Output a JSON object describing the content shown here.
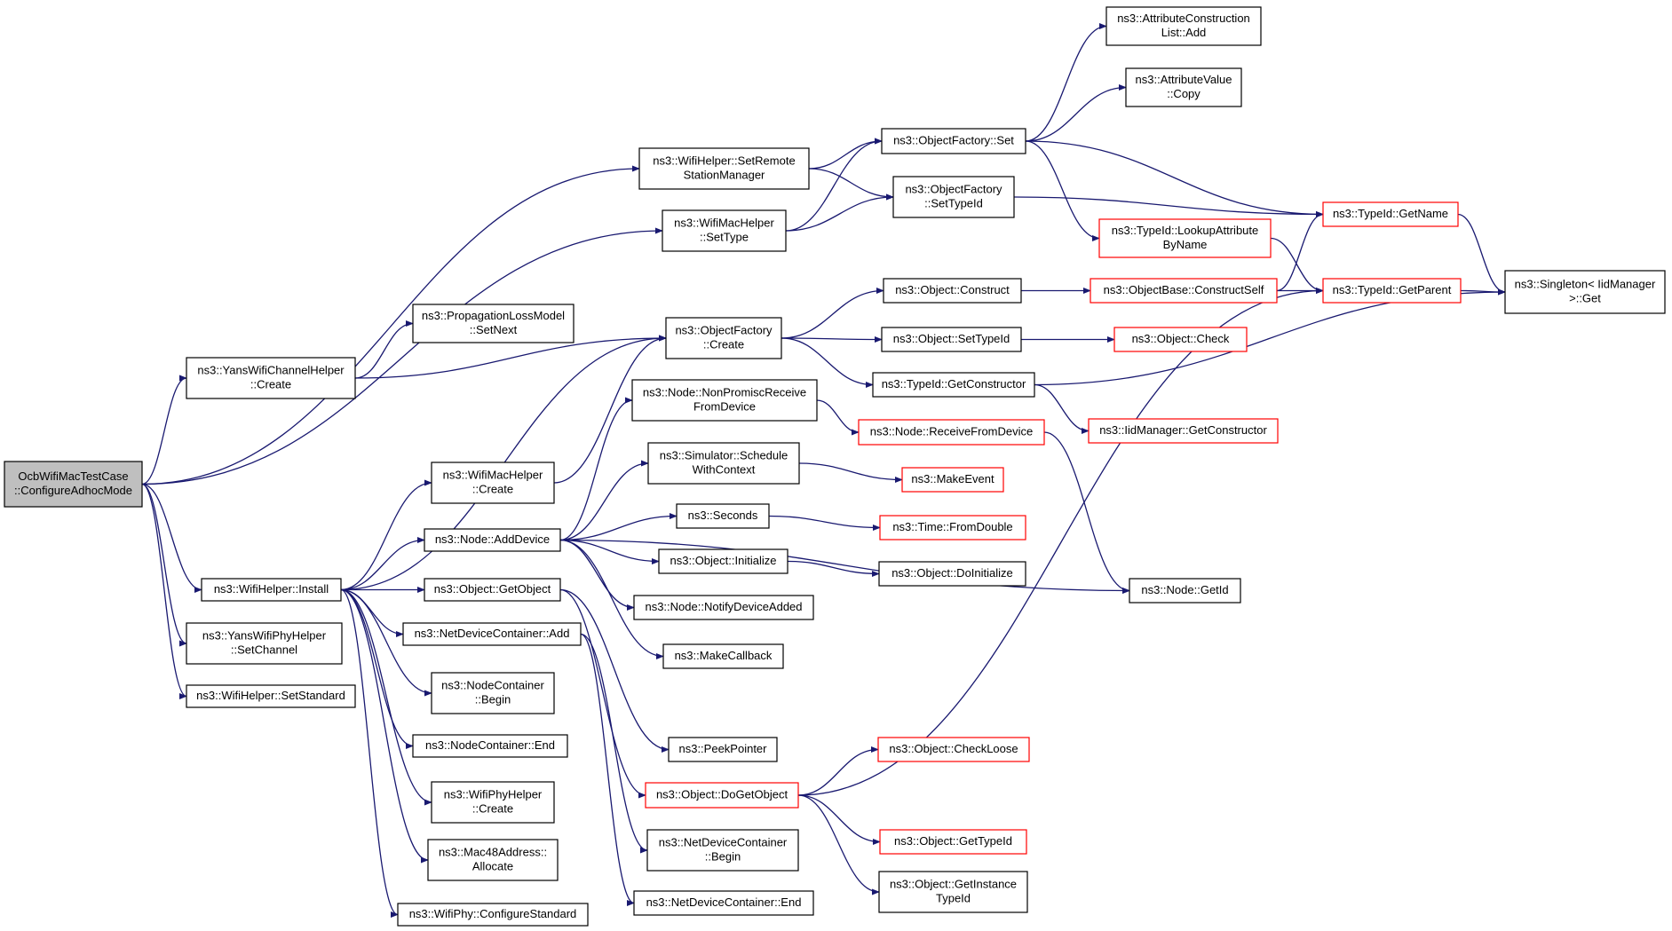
{
  "graph": {
    "root": "n0",
    "nodes": [
      {
        "id": "n0",
        "lines": [
          "OcbWifiMacTestCase",
          "::ConfigureAdhocMode"
        ],
        "style": "root"
      },
      {
        "id": "n1",
        "lines": [
          "ns3::YansWifiChannelHelper",
          "::Create"
        ],
        "style": "black"
      },
      {
        "id": "n2",
        "lines": [
          "ns3::WifiHelper::Install"
        ],
        "style": "black"
      },
      {
        "id": "n3",
        "lines": [
          "ns3::YansWifiPhyHelper",
          "::SetChannel"
        ],
        "style": "black"
      },
      {
        "id": "n4",
        "lines": [
          "ns3::WifiHelper::SetStandard"
        ],
        "style": "black"
      },
      {
        "id": "n5",
        "lines": [
          "ns3::WifiHelper::SetRemote",
          "StationManager"
        ],
        "style": "black"
      },
      {
        "id": "n6",
        "lines": [
          "ns3::WifiMacHelper",
          "::SetType"
        ],
        "style": "black"
      },
      {
        "id": "n7",
        "lines": [
          "ns3::PropagationLossModel",
          "::SetNext"
        ],
        "style": "black"
      },
      {
        "id": "n8",
        "lines": [
          "ns3::ObjectFactory",
          "::Create"
        ],
        "style": "black"
      },
      {
        "id": "n9",
        "lines": [
          "ns3::WifiMacHelper",
          "::Create"
        ],
        "style": "black"
      },
      {
        "id": "n10",
        "lines": [
          "ns3::Node::AddDevice"
        ],
        "style": "black"
      },
      {
        "id": "n11",
        "lines": [
          "ns3::Object::GetObject"
        ],
        "style": "black"
      },
      {
        "id": "n12",
        "lines": [
          "ns3::NetDeviceContainer::Add"
        ],
        "style": "black"
      },
      {
        "id": "n13",
        "lines": [
          "ns3::NodeContainer",
          "::Begin"
        ],
        "style": "black"
      },
      {
        "id": "n14",
        "lines": [
          "ns3::NodeContainer::End"
        ],
        "style": "black"
      },
      {
        "id": "n15",
        "lines": [
          "ns3::WifiPhyHelper",
          "::Create"
        ],
        "style": "black"
      },
      {
        "id": "n16",
        "lines": [
          "ns3::Mac48Address::",
          "Allocate"
        ],
        "style": "black"
      },
      {
        "id": "n17",
        "lines": [
          "ns3::WifiPhy::ConfigureStandard"
        ],
        "style": "black"
      },
      {
        "id": "n18",
        "lines": [
          "ns3::ObjectFactory::Set"
        ],
        "style": "black"
      },
      {
        "id": "n19",
        "lines": [
          "ns3::ObjectFactory",
          "::SetTypeId"
        ],
        "style": "black"
      },
      {
        "id": "n20",
        "lines": [
          "ns3::AttributeConstruction",
          "List::Add"
        ],
        "style": "black"
      },
      {
        "id": "n21",
        "lines": [
          "ns3::AttributeValue",
          "::Copy"
        ],
        "style": "black"
      },
      {
        "id": "n22",
        "lines": [
          "ns3::TypeId::LookupAttribute",
          "ByName"
        ],
        "style": "red"
      },
      {
        "id": "n23",
        "lines": [
          "ns3::TypeId::GetName"
        ],
        "style": "red"
      },
      {
        "id": "n24",
        "lines": [
          "ns3::TypeId::GetParent"
        ],
        "style": "red"
      },
      {
        "id": "n25",
        "lines": [
          "ns3::Singleton< IidManager",
          ">::Get"
        ],
        "style": "black"
      },
      {
        "id": "n26",
        "lines": [
          "ns3::Object::Construct"
        ],
        "style": "black"
      },
      {
        "id": "n27",
        "lines": [
          "ns3::ObjectBase::ConstructSelf"
        ],
        "style": "red"
      },
      {
        "id": "n28",
        "lines": [
          "ns3::Object::SetTypeId"
        ],
        "style": "black"
      },
      {
        "id": "n29",
        "lines": [
          "ns3::Object::Check"
        ],
        "style": "red"
      },
      {
        "id": "n30",
        "lines": [
          "ns3::TypeId::GetConstructor"
        ],
        "style": "black"
      },
      {
        "id": "n31",
        "lines": [
          "ns3::IidManager::GetConstructor"
        ],
        "style": "red"
      },
      {
        "id": "n32",
        "lines": [
          "ns3::Node::NonPromiscReceive",
          "FromDevice"
        ],
        "style": "black"
      },
      {
        "id": "n33",
        "lines": [
          "ns3::Node::ReceiveFromDevice"
        ],
        "style": "red"
      },
      {
        "id": "n34",
        "lines": [
          "ns3::Simulator::Schedule",
          "WithContext"
        ],
        "style": "black"
      },
      {
        "id": "n35",
        "lines": [
          "ns3::MakeEvent"
        ],
        "style": "red"
      },
      {
        "id": "n36",
        "lines": [
          "ns3::Seconds"
        ],
        "style": "black"
      },
      {
        "id": "n37",
        "lines": [
          "ns3::Time::FromDouble"
        ],
        "style": "red"
      },
      {
        "id": "n38",
        "lines": [
          "ns3::Object::Initialize"
        ],
        "style": "black"
      },
      {
        "id": "n39",
        "lines": [
          "ns3::Object::DoInitialize"
        ],
        "style": "black"
      },
      {
        "id": "n40",
        "lines": [
          "ns3::Node::NotifyDeviceAdded"
        ],
        "style": "black"
      },
      {
        "id": "n41",
        "lines": [
          "ns3::MakeCallback"
        ],
        "style": "black"
      },
      {
        "id": "n42",
        "lines": [
          "ns3::Node::GetId"
        ],
        "style": "black"
      },
      {
        "id": "n43",
        "lines": [
          "ns3::PeekPointer"
        ],
        "style": "black"
      },
      {
        "id": "n44",
        "lines": [
          "ns3::Object::DoGetObject"
        ],
        "style": "red"
      },
      {
        "id": "n45",
        "lines": [
          "ns3::Object::CheckLoose"
        ],
        "style": "red"
      },
      {
        "id": "n46",
        "lines": [
          "ns3::Object::GetTypeId"
        ],
        "style": "red"
      },
      {
        "id": "n47",
        "lines": [
          "ns3::Object::GetInstance",
          "TypeId"
        ],
        "style": "black"
      },
      {
        "id": "n48",
        "lines": [
          "ns3::NetDeviceContainer",
          "::Begin"
        ],
        "style": "black"
      },
      {
        "id": "n49",
        "lines": [
          "ns3::NetDeviceContainer::End"
        ],
        "style": "black"
      }
    ],
    "edges": [
      [
        "n0",
        "n1"
      ],
      [
        "n0",
        "n2"
      ],
      [
        "n0",
        "n3"
      ],
      [
        "n0",
        "n4"
      ],
      [
        "n0",
        "n5"
      ],
      [
        "n0",
        "n6"
      ],
      [
        "n1",
        "n7"
      ],
      [
        "n1",
        "n8"
      ],
      [
        "n2",
        "n8"
      ],
      [
        "n2",
        "n9"
      ],
      [
        "n2",
        "n10"
      ],
      [
        "n2",
        "n11"
      ],
      [
        "n2",
        "n12"
      ],
      [
        "n2",
        "n13"
      ],
      [
        "n2",
        "n14"
      ],
      [
        "n2",
        "n15"
      ],
      [
        "n2",
        "n16"
      ],
      [
        "n2",
        "n17"
      ],
      [
        "n5",
        "n18"
      ],
      [
        "n5",
        "n19"
      ],
      [
        "n6",
        "n18"
      ],
      [
        "n6",
        "n19"
      ],
      [
        "n9",
        "n8"
      ],
      [
        "n8",
        "n26"
      ],
      [
        "n8",
        "n28"
      ],
      [
        "n8",
        "n30"
      ],
      [
        "n18",
        "n20"
      ],
      [
        "n18",
        "n21"
      ],
      [
        "n18",
        "n22"
      ],
      [
        "n18",
        "n23"
      ],
      [
        "n19",
        "n23"
      ],
      [
        "n22",
        "n24"
      ],
      [
        "n23",
        "n25"
      ],
      [
        "n24",
        "n25"
      ],
      [
        "n26",
        "n27"
      ],
      [
        "n27",
        "n23"
      ],
      [
        "n27",
        "n24"
      ],
      [
        "n28",
        "n29"
      ],
      [
        "n30",
        "n25"
      ],
      [
        "n30",
        "n31"
      ],
      [
        "n10",
        "n32"
      ],
      [
        "n10",
        "n34"
      ],
      [
        "n10",
        "n36"
      ],
      [
        "n10",
        "n38"
      ],
      [
        "n10",
        "n40"
      ],
      [
        "n10",
        "n41"
      ],
      [
        "n10",
        "n42"
      ],
      [
        "n32",
        "n33"
      ],
      [
        "n33",
        "n42"
      ],
      [
        "n34",
        "n35"
      ],
      [
        "n36",
        "n37"
      ],
      [
        "n38",
        "n39"
      ],
      [
        "n11",
        "n43"
      ],
      [
        "n11",
        "n44"
      ],
      [
        "n12",
        "n48"
      ],
      [
        "n12",
        "n49"
      ],
      [
        "n44",
        "n45"
      ],
      [
        "n44",
        "n46"
      ],
      [
        "n44",
        "n47"
      ],
      [
        "n44",
        "n24"
      ]
    ]
  }
}
